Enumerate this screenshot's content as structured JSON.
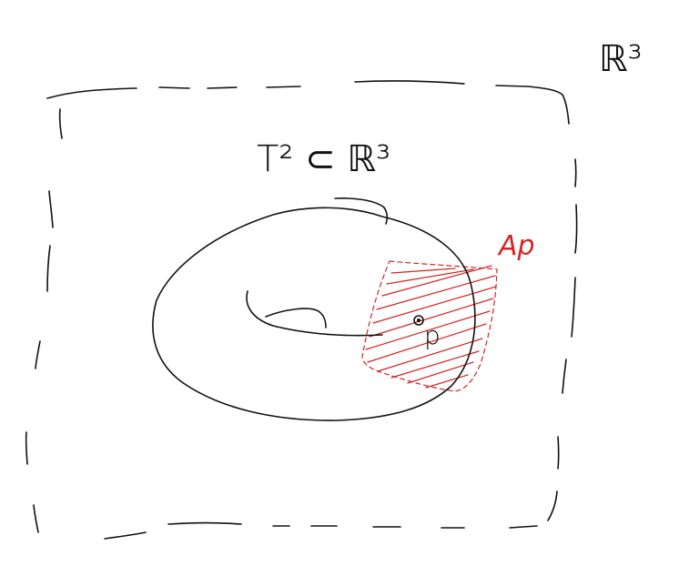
{
  "labels": {
    "ambient_space": "ℝ³",
    "torus_in_space": "T² ⊂ ℝ³",
    "neighborhood": "Ap",
    "point": "p"
  },
  "colors": {
    "ink": "#111111",
    "highlight": "#d62424",
    "background": "#ffffff"
  }
}
